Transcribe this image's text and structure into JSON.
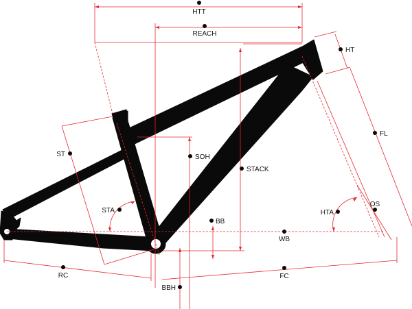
{
  "colors": {
    "frame": "#0a0a0a",
    "dimension": "#e8262d",
    "text": "#111111",
    "background": "#ffffff"
  },
  "labels": {
    "htt": "HTT",
    "reach": "REACH",
    "ht": "HT",
    "st": "ST",
    "soh": "SOH",
    "stack": "STACK",
    "fl": "FL",
    "sta": "STA",
    "bb": "BB",
    "hta": "HTA",
    "os": "OS",
    "wb": "WB",
    "rc": "RC",
    "fc": "FC",
    "bbh": "BBH"
  }
}
